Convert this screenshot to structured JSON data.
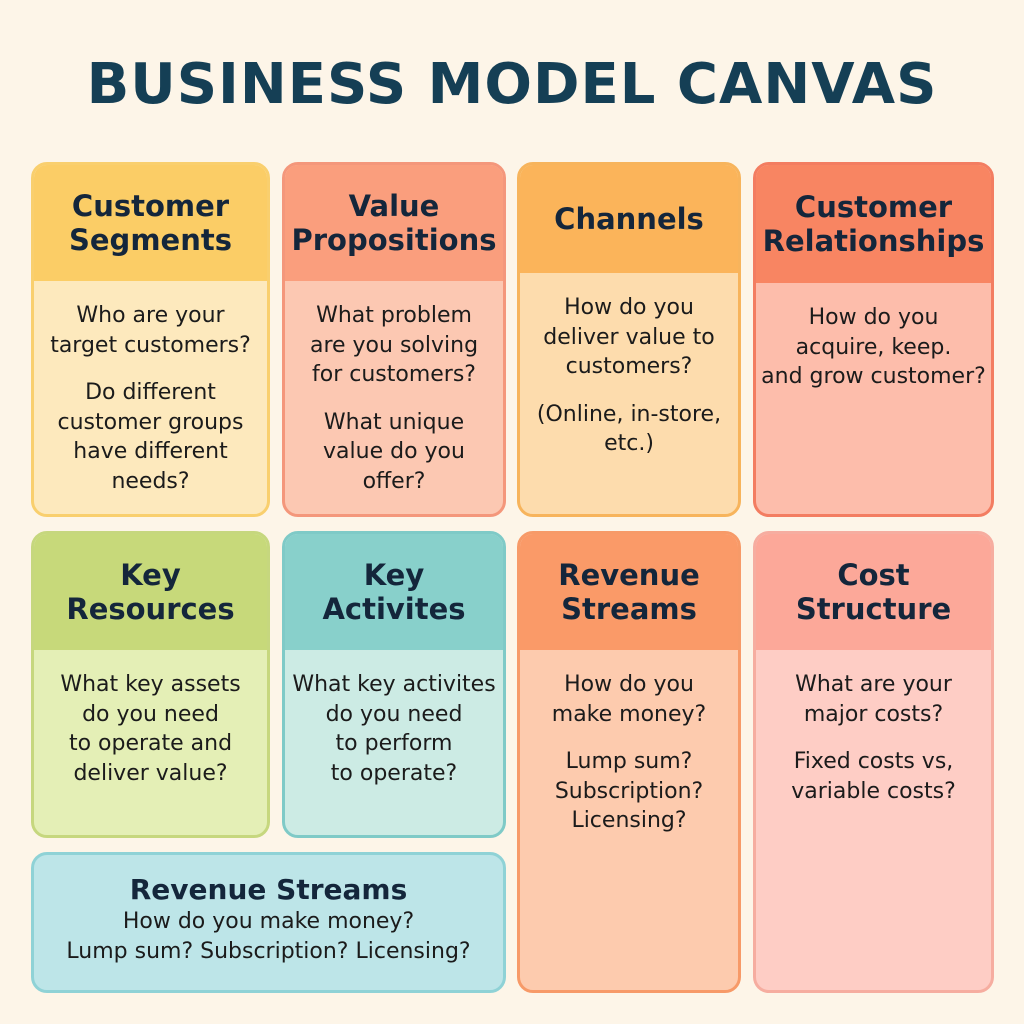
{
  "title": "BUSINESS MODEL CANVAS",
  "blocks": {
    "customer_segments": {
      "heading": "Customer\nSegments",
      "questions": [
        "Who are your\ntarget customers?",
        "Do different\ncustomer groups\nhave different\nneeds?"
      ]
    },
    "value_propositions": {
      "heading": "Value\nPropositions",
      "questions": [
        "What problem\nare you solving\nfor customers?",
        "What unique\nvalue do you\noffer?"
      ]
    },
    "channels": {
      "heading": "Channels",
      "questions": [
        "How do you\ndeliver value to\ncustomers?",
        "(Online, in-store,\netc.)"
      ]
    },
    "customer_relationships": {
      "heading": "Customer\nRelationships",
      "questions": [
        "How do you\nacquire, keep.\nand grow customer?"
      ]
    },
    "key_resources": {
      "heading": "Key\nResources",
      "questions": [
        "What key assets\ndo you need\nto operate and\ndeliver value?"
      ]
    },
    "key_activities": {
      "heading": "Key\nActivites",
      "questions": [
        "What key activites\ndo you need\nto perform\nto operate?"
      ]
    },
    "revenue_streams": {
      "heading": "Revenue\nStreams",
      "questions": [
        "How do you\nmake money?",
        "Lump sum?\nSubscription?\nLicensing?"
      ]
    },
    "cost_structure": {
      "heading": "Cost\nStructure",
      "questions": [
        "What are your\nmajor costs?",
        "Fixed costs vs,\nvariable costs?"
      ]
    },
    "revenue_streams_wide": {
      "heading": "Revenue Streams",
      "lines": [
        "How do you make money?",
        "Lump sum? Subscription? Licensing?"
      ]
    }
  }
}
